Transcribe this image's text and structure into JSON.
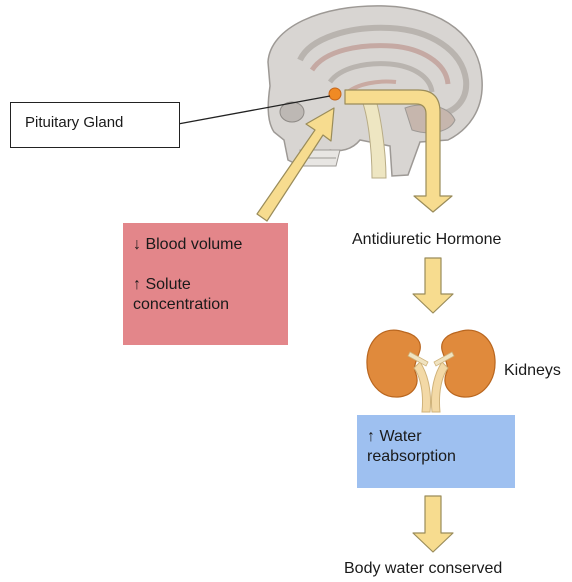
{
  "labels": {
    "pituitary": "Pituitary Gland",
    "adh": "Antidiuretic Hormone",
    "kidneys": "Kidneys",
    "outcome": "Body water conserved"
  },
  "stimulus": {
    "blood_volume": "↓ Blood volume",
    "solute_line1": "↑ Solute",
    "solute_line2": "concentration"
  },
  "response": {
    "line1": "↑ Water",
    "line2": "reabsorption"
  },
  "colors": {
    "arrow_fill": "#f7dc8f",
    "arrow_stroke": "#9a8c5a",
    "stimulus_box": "#e3868a",
    "response_box": "#9ec0f0",
    "kidney": "#e08a3c",
    "gland": "#f08a24"
  },
  "icons": [
    "head-illustration",
    "pituitary-marker",
    "kidneys-illustration"
  ]
}
